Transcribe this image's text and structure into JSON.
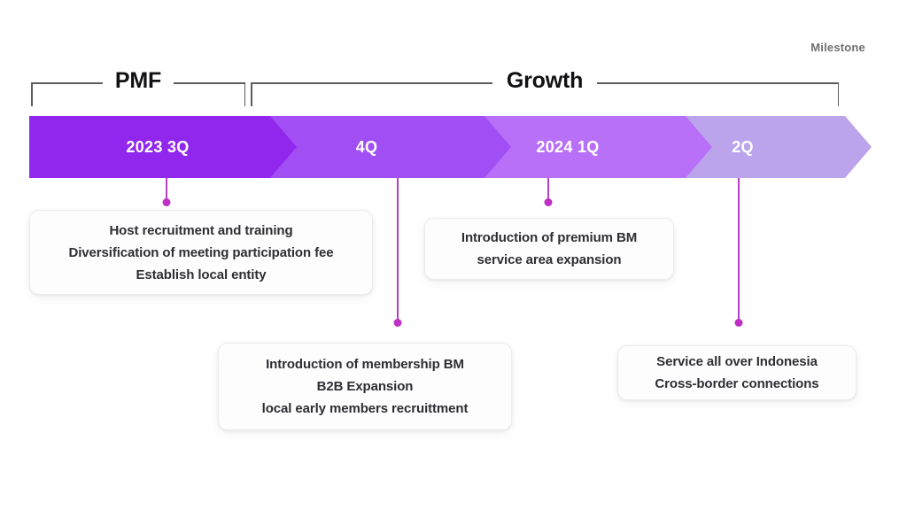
{
  "header": {
    "milestone_label": "Milestone"
  },
  "phases": [
    {
      "id": "pmf",
      "title": "PMF"
    },
    {
      "id": "growth",
      "title": "Growth"
    }
  ],
  "timeline": {
    "segments": [
      {
        "label": "2023 3Q",
        "color": "#9127ED"
      },
      {
        "label": "4Q",
        "color": "#A24EF5"
      },
      {
        "label": "2024 1Q",
        "color": "#B870F8"
      },
      {
        "label": "2Q",
        "color": "#BCA4EC"
      }
    ]
  },
  "callouts": [
    {
      "id": "callout-1",
      "lines": [
        "Host recruitment and training",
        "Diversification of meeting participation fee",
        "Establish local entity"
      ]
    },
    {
      "id": "callout-2",
      "lines": [
        "Introduction of membership BM",
        "B2B Expansion",
        "local early members recruittment"
      ]
    },
    {
      "id": "callout-3",
      "lines": [
        "Introduction of premium BM",
        "service area expansion"
      ]
    },
    {
      "id": "callout-4",
      "lines": [
        "Service all over Indonesia",
        "Cross-border connections"
      ]
    }
  ],
  "colors": {
    "connector": "#b43fc8",
    "dot": "#be2fc4",
    "bracket": "#5c5c5e",
    "text_dark": "#2e2e33",
    "milestone_text": "#6f6f72"
  }
}
